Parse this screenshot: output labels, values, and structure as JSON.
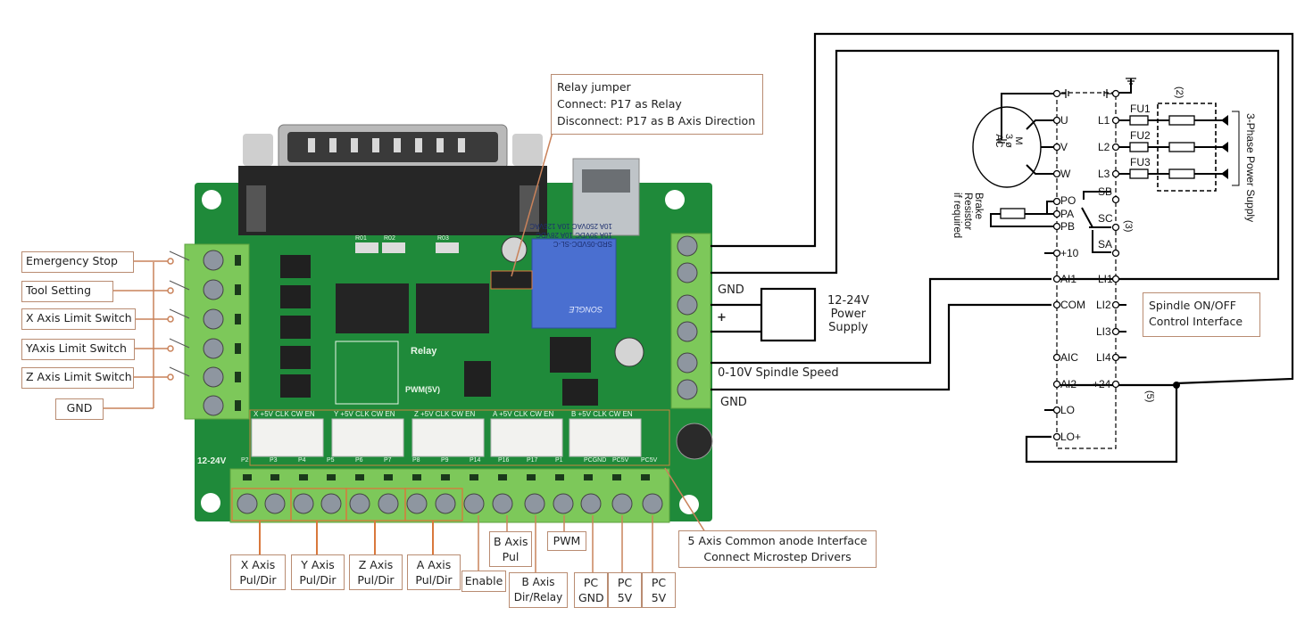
{
  "colors": {
    "pcb_green": "#1f8a3a",
    "terminal_green": "#7dc85a",
    "callout_border": "#b98c72",
    "leader_line": "#d9783c",
    "relay_blue": "#4a6fd0",
    "wire": "#000000"
  },
  "relay_callout": {
    "line1": "Relay jumper",
    "line2": "Connect: P17 as Relay",
    "line3": "Disconnect: P17 as B Axis Direction"
  },
  "left_inputs": [
    {
      "label": "Emergency Stop"
    },
    {
      "label": "Tool Setting"
    },
    {
      "label": "X Axis Limit Switch"
    },
    {
      "label": "YAxis Limit Switch"
    },
    {
      "label": "Z Axis Limit Switch"
    },
    {
      "label": "GND"
    }
  ],
  "right_terminals": {
    "gnd_top": "GND",
    "plus": "+",
    "power_supply": {
      "line1": "12-24V",
      "line2": "Power",
      "line3": "Supply"
    },
    "spindle_speed": "0-10V Spindle Speed",
    "gnd_bottom": "GND"
  },
  "bottom_labels": {
    "x_axis": {
      "line1": "X Axis",
      "line2": "Pul/Dir"
    },
    "y_axis": {
      "line1": "Y Axis",
      "line2": "Pul/Dir"
    },
    "z_axis": {
      "line1": "Z Axis",
      "line2": "Pul/Dir"
    },
    "a_axis": {
      "line1": "A Axis",
      "line2": "Pul/Dir"
    },
    "enable": "Enable",
    "b_pul": {
      "line1": "B Axis",
      "line2": "Pul"
    },
    "b_dir": {
      "line1": "B Axis",
      "line2": "Dir/Relay"
    },
    "pwm": "PWM",
    "pc_gnd": {
      "line1": "PC",
      "line2": "GND"
    },
    "pc_5v_1": {
      "line1": "PC",
      "line2": "5V"
    },
    "pc_5v_2": {
      "line1": "PC",
      "line2": "5V"
    },
    "common_anode": {
      "line1": "5 Axis Common anode Interface",
      "line2": "Connect Microstep Drivers"
    }
  },
  "pcb": {
    "silk_12_24v": "12-24V",
    "header_labels": [
      "X +5V CLK CW EN",
      "Y +5V CLK CW EN",
      "Z +5V CLK CW EN",
      "A +5V CLK CW EN",
      "B +5V CLK CW EN"
    ],
    "port_labels": [
      "P2",
      "P3",
      "P4",
      "P5",
      "P6",
      "P7",
      "P8",
      "P9",
      "P14",
      "P16",
      "P17",
      "P1",
      "PCGND",
      "PC5V",
      "PC5V"
    ],
    "relay_text": [
      "SRD-05VDC-SL-C",
      "10A 30VDC 10A 28VDC",
      "10A 250VAC 10A 125VAC",
      "SONGLE"
    ],
    "relay_silk": "Relay",
    "pwm_silk": "PWM(5V)",
    "rc_labels": [
      "R01",
      "R02",
      "R03"
    ]
  },
  "vfd": {
    "motor": {
      "line1": "M",
      "line2": "3 ø",
      "line3": "AC"
    },
    "left_terminals": [
      "U",
      "V",
      "W",
      "PO",
      "PA",
      "PB",
      "+10",
      "AI1",
      "COM",
      "AIC",
      "AI2",
      "LO",
      "LO+"
    ],
    "right_terminals": [
      "L1",
      "L2",
      "L3",
      "LI1",
      "LI2",
      "LI3",
      "LI4",
      "+24"
    ],
    "fuses": [
      "FU1",
      "FU2",
      "FU3"
    ],
    "relay_contacts": [
      "SB",
      "SC",
      "SA"
    ],
    "notes": [
      "(2)",
      "(3)",
      "(5)"
    ],
    "brake": {
      "line1": "Brake",
      "line2": "Resistor",
      "line3": "if required"
    },
    "supply": "3-Phase Power Supply",
    "spindle_callout": {
      "line1": "Spindle ON/OFF",
      "line2": "Control Interface"
    }
  }
}
